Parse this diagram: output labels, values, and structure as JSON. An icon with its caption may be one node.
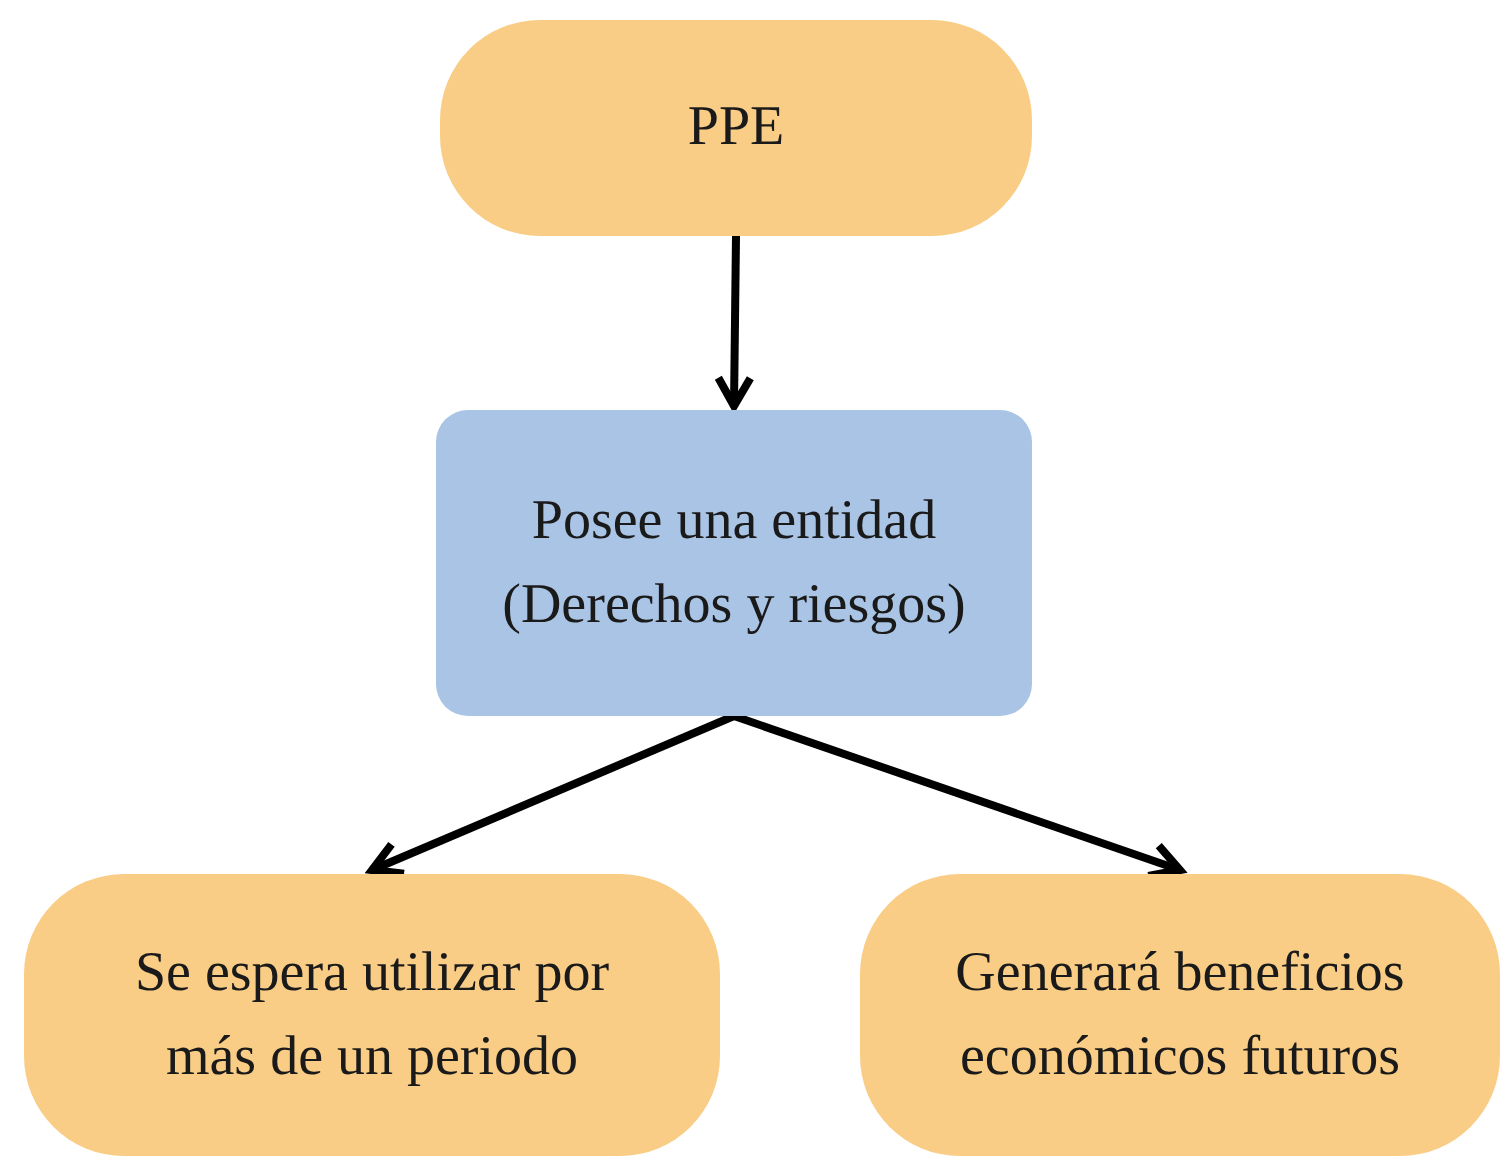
{
  "diagram": {
    "nodes": [
      {
        "text": [
          "PPE"
        ]
      },
      {
        "text": [
          "Posee una entidad (Derechos y riesgos)"
        ]
      },
      {
        "text": [
          "Se espera utilizar por más de un periodo"
        ]
      },
      {
        "text": [
          "Generará beneficios económicos futuros"
        ]
      }
    ],
    "edges": [
      {
        "from": 0,
        "to": 1,
        "arrow": "to"
      },
      {
        "from": 1,
        "to": 2,
        "arrow": "to"
      },
      {
        "from": 1,
        "to": 3,
        "arrow": "to"
      }
    ]
  }
}
